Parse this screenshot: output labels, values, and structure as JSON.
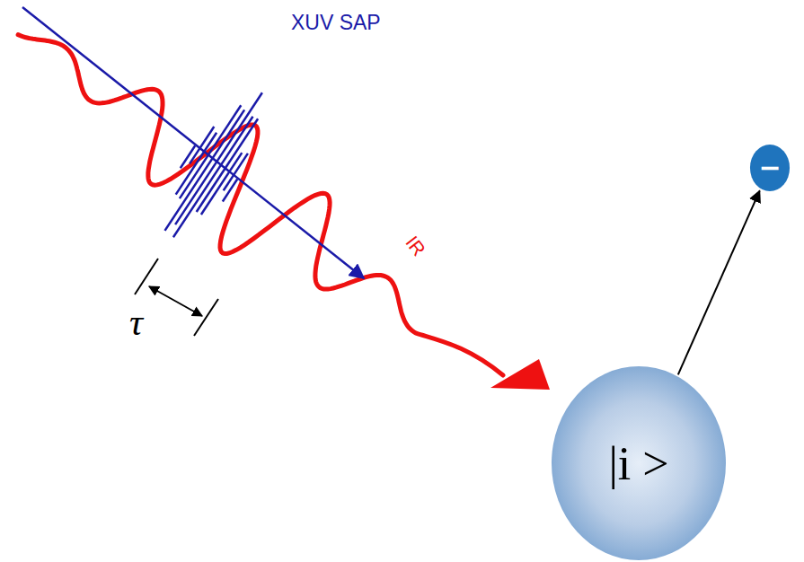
{
  "diagram": {
    "nodes": [
      {
        "text": [
          "|i >"
        ]
      },
      {
        "text": [
          "−"
        ]
      }
    ],
    "edges": [
      {
        "from": 0,
        "to": 1,
        "arrow": "to"
      }
    ],
    "labels": [
      "XUV SAP",
      "IR",
      "τ"
    ]
  }
}
